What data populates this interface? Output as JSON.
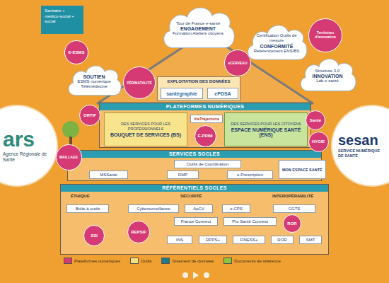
{
  "diagram": {
    "nodes": [
      {
        "text": [
          "Sanitaire + médico-social + social"
        ]
      },
      {
        "text": [
          "SOUTIEN",
          "ESMS numérique Télémédecine"
        ]
      },
      {
        "text": [
          "E-ESMS"
        ]
      },
      {
        "text": [
          "Tour de France e-santé",
          "ENGAGEMENT",
          "Formation Ateliers citoyens"
        ]
      },
      {
        "text": [
          "Certification Outils de mesure",
          "CONFORMITÉ",
          "Référencement ENS/BS"
        ]
      },
      {
        "text": [
          "Territoires d'innovation"
        ]
      },
      {
        "text": [
          "Structure 3.0",
          "INNOVATION",
          "Lab e-santé"
        ]
      },
      {
        "text": [
          "PÉRINATALITÉ"
        ]
      },
      {
        "text": [
          "eCERVEAU"
        ]
      },
      {
        "text": [
          "EXPLOITATION DES DONNÉES"
        ]
      },
      {
        "text": [
          "santégraphie"
        ],
        "in": 9
      },
      {
        "text": [
          "ePDSA"
        ],
        "in": 9
      },
      {
        "text": [
          "ORTIF"
        ]
      },
      {
        "text": [
          "PLATEFORMES NUMÉRIQUES"
        ]
      },
      {
        "text": [
          "DES SERVICES POUR LES PROFESSIONNELS",
          "BOUQUET DE SERVICES (BS)"
        ],
        "in": 13
      },
      {
        "text": [
          "ViaTrajectoire"
        ],
        "in": 13
      },
      {
        "text": [
          "DES SERVICES POUR LES CITOYENS",
          "ESPACE NUMÉRIQUE SANTÉ (ENS)"
        ],
        "in": 13
      },
      {
        "text": [
          "E-PRIM"
        ]
      },
      {
        "text": [
          "Santé"
        ]
      },
      {
        "text": [
          "HYGIE"
        ]
      },
      {
        "text": [
          "ars",
          "Agence Régionale de Santé"
        ]
      },
      {
        "text": [
          "MAILLAGE"
        ]
      },
      {
        "text": [
          "SERVICES SOCLES"
        ]
      },
      {
        "text": [
          "Outils de Coordination"
        ],
        "in": 22
      },
      {
        "text": [
          "MSSanté"
        ],
        "in": 22
      },
      {
        "text": [
          "DMP"
        ],
        "in": 22
      },
      {
        "text": [
          "e-Prescription"
        ],
        "in": 22
      },
      {
        "text": [
          "MON ESPACE SANTÉ"
        ],
        "in": 22
      },
      {
        "text": [
          "sesan",
          "SERVICE NUMÉRIQUE DE SANTÉ"
        ]
      },
      {
        "text": [
          "RÉFÉRENTIELS SOCLES"
        ]
      },
      {
        "text": [
          "Boîte à outils"
        ],
        "in": 29
      },
      {
        "text": [
          "Cybersurveillance"
        ],
        "in": 29
      },
      {
        "text": [
          "ApCV"
        ],
        "in": 29
      },
      {
        "text": [
          "e-CPS"
        ],
        "in": 29
      },
      {
        "text": [
          "CGTS"
        ],
        "in": 29
      },
      {
        "text": [
          "France Connect"
        ],
        "in": 29
      },
      {
        "text": [
          "Pro Santé Connect"
        ],
        "in": 29
      },
      {
        "text": [
          "INS"
        ],
        "in": 29
      },
      {
        "text": [
          "RPPS+"
        ],
        "in": 29
      },
      {
        "text": [
          "FINESS+"
        ],
        "in": 29
      },
      {
        "text": [
          "ROR"
        ],
        "in": 29
      },
      {
        "text": [
          "SMT"
        ],
        "in": 29
      },
      {
        "text": [
          "REPSIF"
        ]
      },
      {
        "text": [
          "ROR"
        ]
      },
      {
        "text": [
          "SSI"
        ]
      }
    ],
    "labels": [
      "ÉTHIQUE",
      "SÉCURITÉ",
      "INTEROPÉRABILITÉ"
    ],
    "legend": [
      {
        "text": "Plateformes numériques",
        "color": "#d63a74"
      },
      {
        "text": "Outils",
        "color": "#f3e27e"
      },
      {
        "text": "Gisement de données",
        "color": "#1f7a8c"
      },
      {
        "text": "Documents de référence",
        "color": "#8cc63f"
      }
    ]
  }
}
